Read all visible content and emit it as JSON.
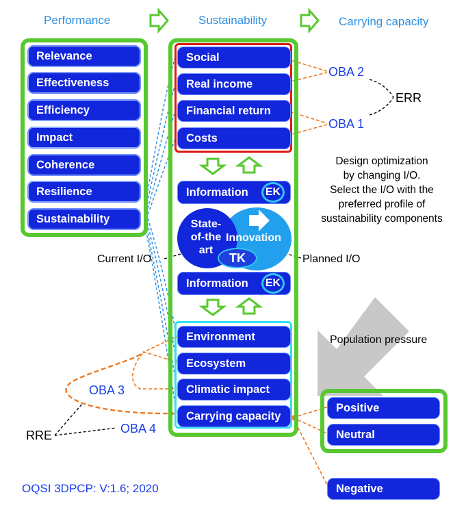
{
  "headers": {
    "performance": "Performance",
    "sustainability": "Sustainability",
    "carrying_capacity": "Carrying capacity"
  },
  "performance_items": [
    "Relevance",
    "Effectiveness",
    "Efficiency",
    "Impact",
    "Coherence",
    "Resilience",
    "Sustainability"
  ],
  "economic_items": [
    "Social",
    "Real income",
    "Financial return",
    "Costs"
  ],
  "information_label": "Information",
  "ek_label": "EK",
  "state_of_art": "State-of-the art",
  "state_lines": [
    "State-",
    "of-the",
    "art"
  ],
  "innovation": "Innovation",
  "tk_label": "TK",
  "environment_items": [
    "Environment",
    "Ecosystem",
    "Climatic impact",
    "Carrying capacity"
  ],
  "outcome_items": [
    "Positive",
    "Neutral"
  ],
  "negative": "Negative",
  "oba": {
    "oba1": "OBA 1",
    "oba2": "OBA 2",
    "oba3": "OBA 3",
    "oba4": "OBA 4"
  },
  "err": "ERR",
  "rre": "RRE",
  "current_io": "Current I/O",
  "planned_io": "Planned I/O",
  "design_text": [
    "Design optimization",
    "by changing I/O.",
    "Select the I/O with the",
    "preferred profile of",
    "sustainability components"
  ],
  "population_pressure": "Population pressure",
  "footer": "OQSI 3DPCP: V:1.6; 2020",
  "colors": {
    "green": "#58c830",
    "blue_pill": "#1226dc",
    "red": "#e01818",
    "cyan": "#31c6ee",
    "orange": "#f07820",
    "light_blue": "#2f8fe0"
  }
}
